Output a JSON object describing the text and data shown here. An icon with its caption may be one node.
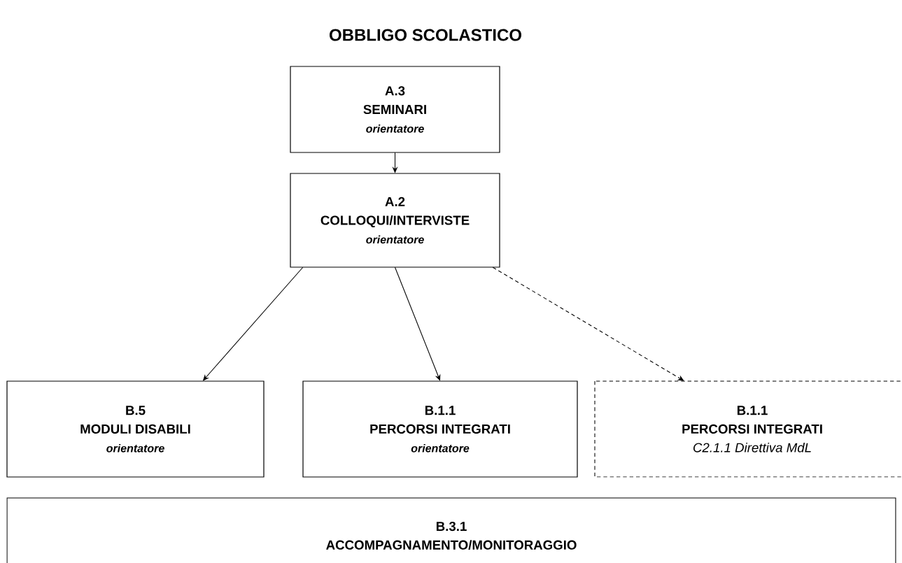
{
  "diagram": {
    "title": "OBBLIGO SCOLASTICO",
    "nodes": [
      {
        "text": [
          "A.3",
          "SEMINARI",
          "orientatore"
        ]
      },
      {
        "text": [
          "A.2",
          "COLLOQUI/INTERVISTE",
          "orientatore"
        ]
      },
      {
        "text": [
          "B.5",
          "MODULI DISABILI",
          "orientatore"
        ]
      },
      {
        "text": [
          "B.1.1",
          "PERCORSI INTEGRATI",
          "orientatore"
        ]
      },
      {
        "text": [
          "B.1.1",
          "PERCORSI INTEGRATI",
          "C2.1.1 Direttiva MdL"
        ]
      },
      {
        "text": [
          "B.3.1",
          "ACCOMPAGNAMENTO/MONITORAGGIO"
        ]
      }
    ],
    "edges": [
      {
        "from": 0,
        "to": 1,
        "arrow": "to"
      },
      {
        "from": 1,
        "to": 2,
        "arrow": "to"
      },
      {
        "from": 1,
        "to": 3,
        "arrow": "to"
      },
      {
        "from": 1,
        "to": 4,
        "arrow": "to",
        "style": "dashed"
      }
    ]
  }
}
